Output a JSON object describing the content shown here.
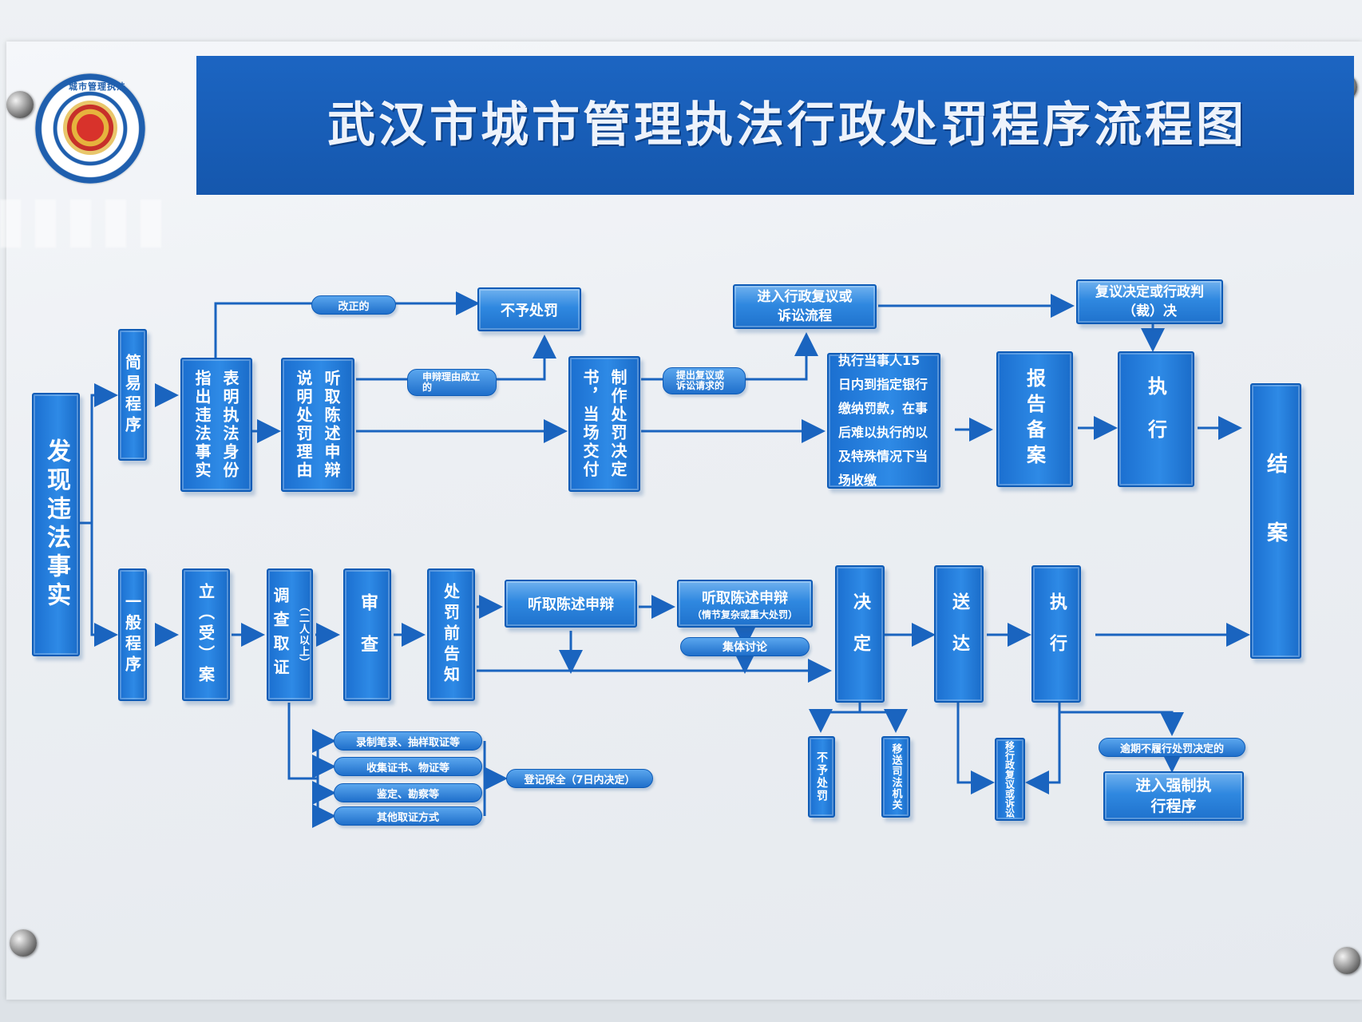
{
  "title": "武汉市城市管理执法行政处罚程序流程图",
  "logo": {
    "ring_text": "城市管理执法"
  },
  "start": "发现违法事实",
  "end": "结案",
  "simple": {
    "label": "简易程序",
    "step1": {
      "col_a": "指出违法事实",
      "col_b": "表明执法身份"
    },
    "step2": {
      "col_a": "说明处罚理由",
      "col_b": "听取陈述申辩"
    },
    "step3": {
      "col_a": "书，当场交付",
      "col_b": "制作处罚决定"
    },
    "step4": "执行当事人15日内到指定银行缴纳罚款，在事后难以执行的以及特殊情况下当场收缴",
    "step5": "报告备案",
    "step6": "执行",
    "corrected": "改正的",
    "no_penalty": "不予处罚",
    "defense_valid": "申辩理由成立的",
    "appeal_request": "提出复议或诉讼请求的",
    "review_flow": "进入行政复议或诉讼流程",
    "review_result": "复议决定或行政判（裁）决"
  },
  "general": {
    "label": "一般程序",
    "file": "立（受）案",
    "investigate": "调查取证",
    "investigate_note": "（二人以上）",
    "review": "审查",
    "notice": "处罚前告知",
    "hearing1": "听取陈述申辩",
    "hearing2_title": "听取陈述申辩",
    "hearing2_note": "（情节复杂或重大处罚）",
    "group_discuss": "集体讨论",
    "decide": "决定",
    "deliver": "送达",
    "execute": "执行",
    "evidence": [
      "录制笔录、抽样取证等",
      "收集证书、物证等",
      "鉴定、勘察等",
      "其他取证方式"
    ],
    "preserve": "登记保全（7日内决定）",
    "no_penalty": "不予处罚",
    "transfer": "移送司法机关",
    "review_appeal": "移行政复议或诉讼",
    "overdue": "逾期不履行处罚决定的",
    "enforce": "进入强制执行程序"
  }
}
